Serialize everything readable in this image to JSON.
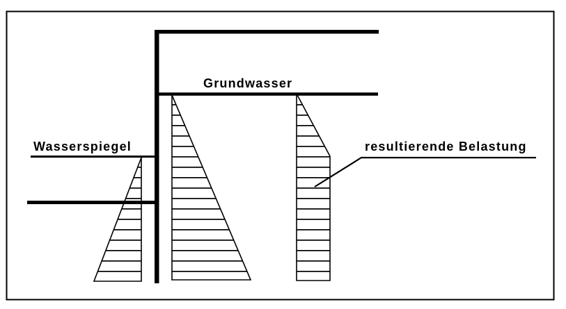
{
  "diagram": {
    "labels": {
      "water_level": "Wasserspiegel",
      "groundwater": "Grundwasser",
      "resulting_load": "resultierende Belastung"
    },
    "colors": {
      "line": "#000000",
      "background": "#ffffff"
    }
  }
}
